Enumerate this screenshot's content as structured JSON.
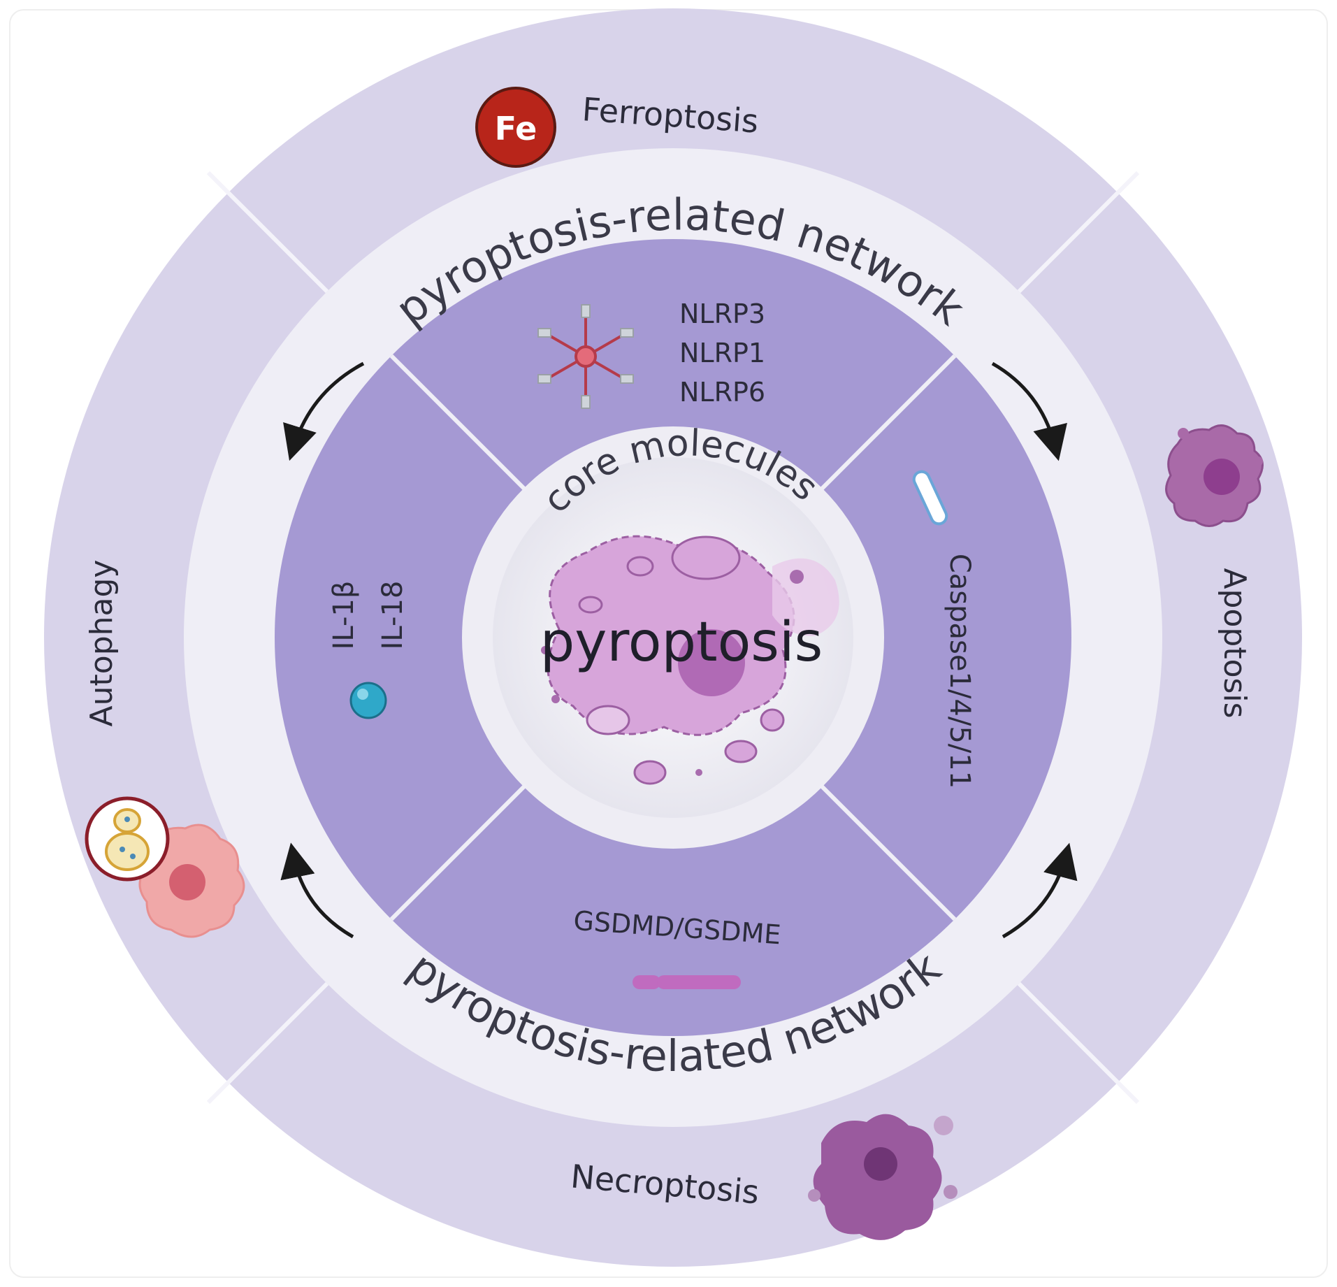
{
  "outer_ring": {
    "ferroptosis": "Ferroptosis",
    "fe_badge": "Fe",
    "apoptosis": "Apoptosis",
    "necroptosis": "Necroptosis",
    "autophagy": "Autophagy"
  },
  "network_band": {
    "top_label": "pyroptosis-related network",
    "bottom_label": "pyroptosis-related network"
  },
  "inner_ring": {
    "top_lines": [
      "NLRP3",
      "NLRP1",
      "NLRP6"
    ],
    "right_label": "Caspase1/4/5/11",
    "bottom_label": "GSDMD/GSDME",
    "left_line1": "IL-1β",
    "left_line2": "IL-18"
  },
  "core": {
    "arc_label": "core molecules",
    "center_label": "pyroptosis"
  },
  "icons": {
    "ferroptosis": "iron-badge-icon",
    "apoptosis": "apoptotic-cell-icon",
    "necroptosis": "necroptotic-cell-icon",
    "autophagy": "autophagy-cell-icon",
    "nlrp": "inflammasome-icon",
    "caspase": "caspase-capsule-icon",
    "gsdm": "gasdermin-bar-icon",
    "il": "cytokine-sphere-icon",
    "core_cell": "pyroptotic-cell-icon"
  },
  "colors": {
    "outer_ring": "#d8d3ea",
    "white_band": "#efeef6",
    "inner_ring": "#a599d3",
    "core": "#ecebf2",
    "fe_badge": "#b8251a",
    "cell_purple": "#c98fd0"
  }
}
